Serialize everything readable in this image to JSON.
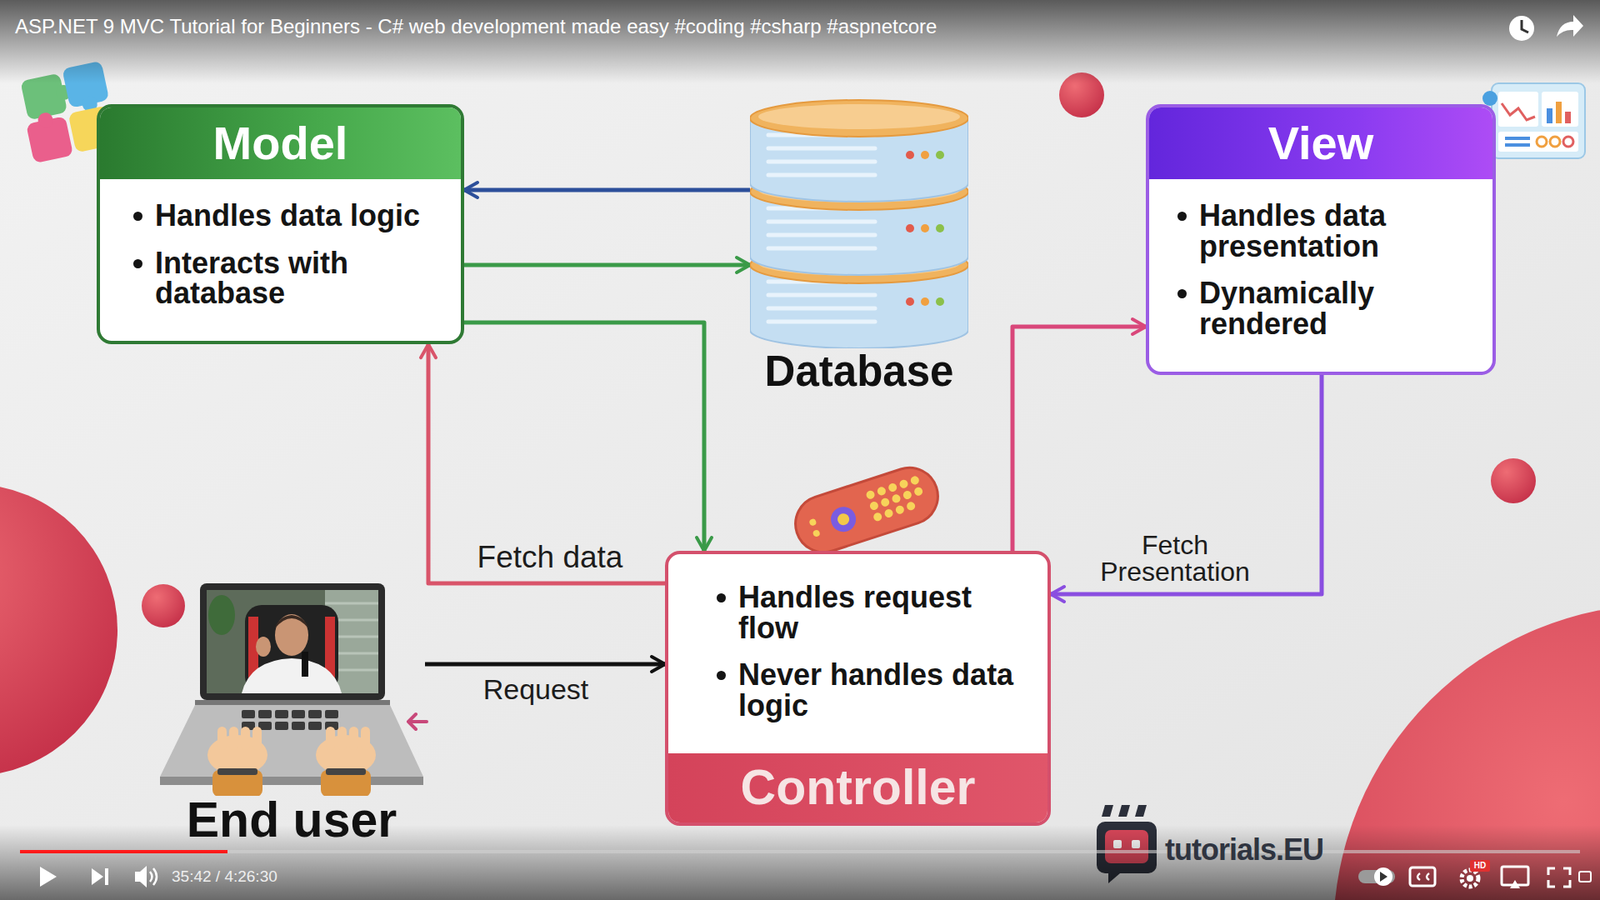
{
  "diagram": {
    "title": "ASP.NET 9 MVC Tutorial for Beginners - C# web development made easy #coding #csharp #aspnetcore",
    "nodes": [
      {
        "text": [
          "Model",
          "Handles data logic",
          "Interacts with database"
        ]
      },
      {
        "text": [
          "Database"
        ]
      },
      {
        "text": [
          "View",
          "Handles data presentation",
          "Dynamically rendered"
        ]
      },
      {
        "text": [
          "Handles request flow",
          "Never handles data logic",
          "Controller"
        ]
      },
      {
        "text": [
          "End user"
        ]
      }
    ],
    "edges": [
      {
        "from": 1,
        "to": 0,
        "arrow": "to"
      },
      {
        "from": 0,
        "to": 1,
        "arrow": "to"
      },
      {
        "from": 0,
        "to": 3,
        "arrow": "to"
      },
      {
        "from": 3,
        "to": 0,
        "label": "Fetch data",
        "arrow": "to"
      },
      {
        "from": 3,
        "to": 2,
        "arrow": "to"
      },
      {
        "from": 2,
        "to": 3,
        "label": "Fetch Presentation",
        "arrow": "to"
      },
      {
        "from": 4,
        "to": 3,
        "label": "Request",
        "arrow": "to"
      }
    ],
    "labels": [
      "35:42 / 4:26:30",
      "HD",
      "tutorials.EU"
    ]
  }
}
